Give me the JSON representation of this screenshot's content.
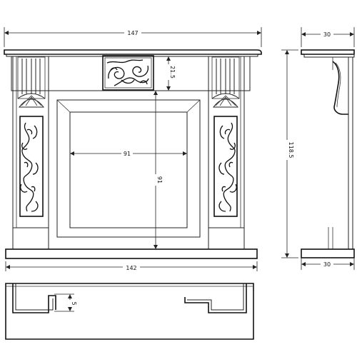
{
  "dimensions": {
    "overall_width": "147",
    "hearth_width": "142",
    "opening_width": "91",
    "opening_height": "91",
    "panel_height": "21.5",
    "side_depth_top": "30",
    "side_depth_bottom": "30",
    "total_height": "118.5",
    "hearth_step": "5"
  },
  "colors": {
    "line": "#222222",
    "background": "#ffffff"
  }
}
